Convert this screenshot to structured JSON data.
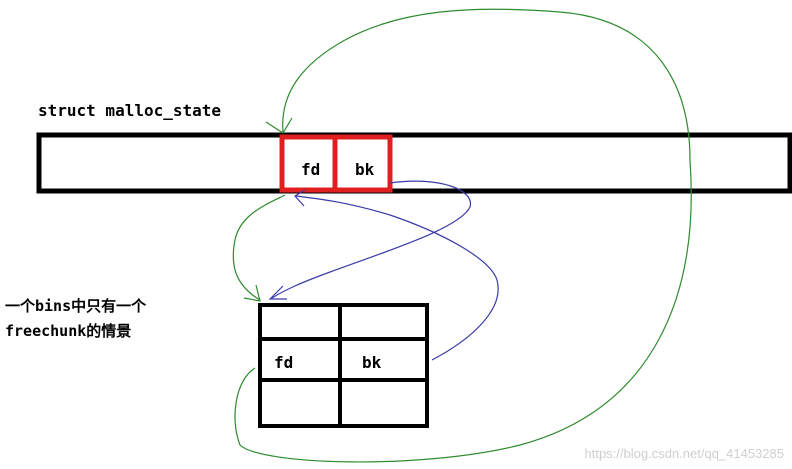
{
  "struct": {
    "title": "struct malloc_state",
    "fd_label": "fd",
    "bk_label": "bk"
  },
  "chunk": {
    "fd_label": "fd",
    "bk_label": "bk"
  },
  "caption": {
    "line1": "一个bins中只有一个",
    "line2": "freechunk的情景"
  },
  "watermark": "https://blog.csdn.net/qq_41453285",
  "colors": {
    "outline": "#000000",
    "highlight": "#e02020",
    "green_arrow": "#2e8b2e",
    "blue_arrow": "#3a3aa8"
  }
}
